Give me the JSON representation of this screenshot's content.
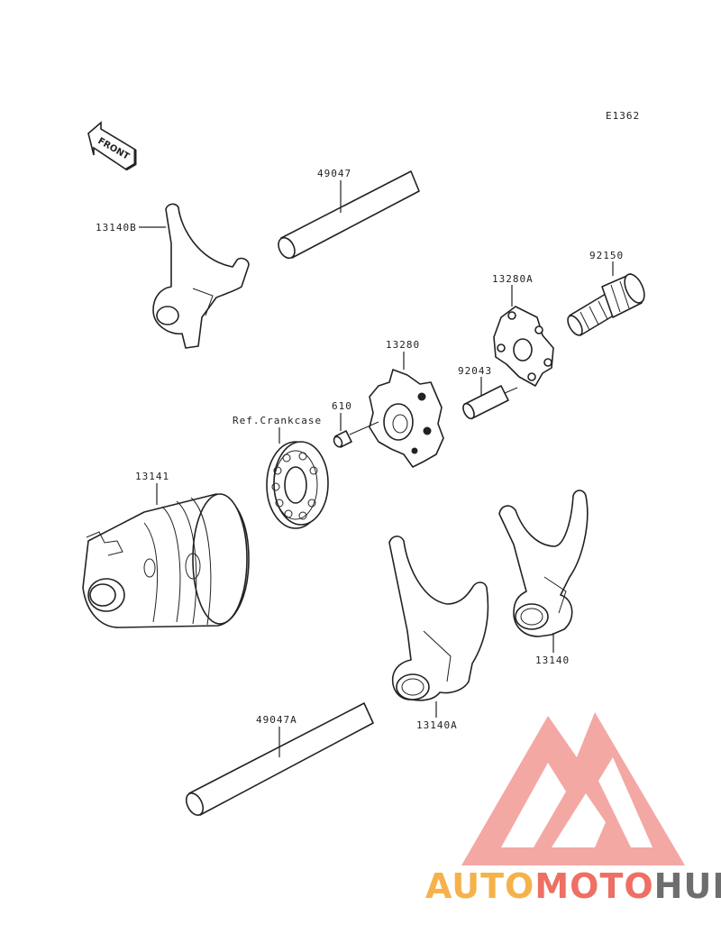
{
  "diagram_code": "E1362",
  "front_label": "FRONT",
  "labels": {
    "p13140B": "13140B",
    "p49047": "49047",
    "p92150": "92150",
    "p13280A": "13280A",
    "p13280": "13280",
    "p92043": "92043",
    "p610": "610",
    "refCrankcase": "Ref.Crankcase",
    "p13141": "13141",
    "p13140": "13140",
    "p13140A": "13140A",
    "p49047A": "49047A"
  },
  "watermark": {
    "part1": "AUTO",
    "part2": "MOTO",
    "part3": "HUB",
    "colors": {
      "orange": "#f6b24a",
      "red": "#ee6f63",
      "gray": "#6e6e6e",
      "logo": "#f29a95"
    }
  }
}
